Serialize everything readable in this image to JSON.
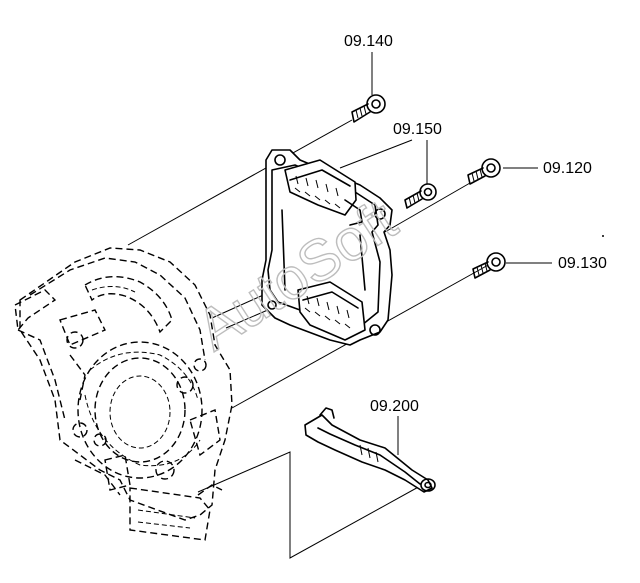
{
  "callouts": {
    "p09140": "09.140",
    "p09150": "09.150",
    "p09120": "09.120",
    "p09130": "09.130",
    "p09200": "09.200"
  },
  "watermark": "AutoSoft"
}
